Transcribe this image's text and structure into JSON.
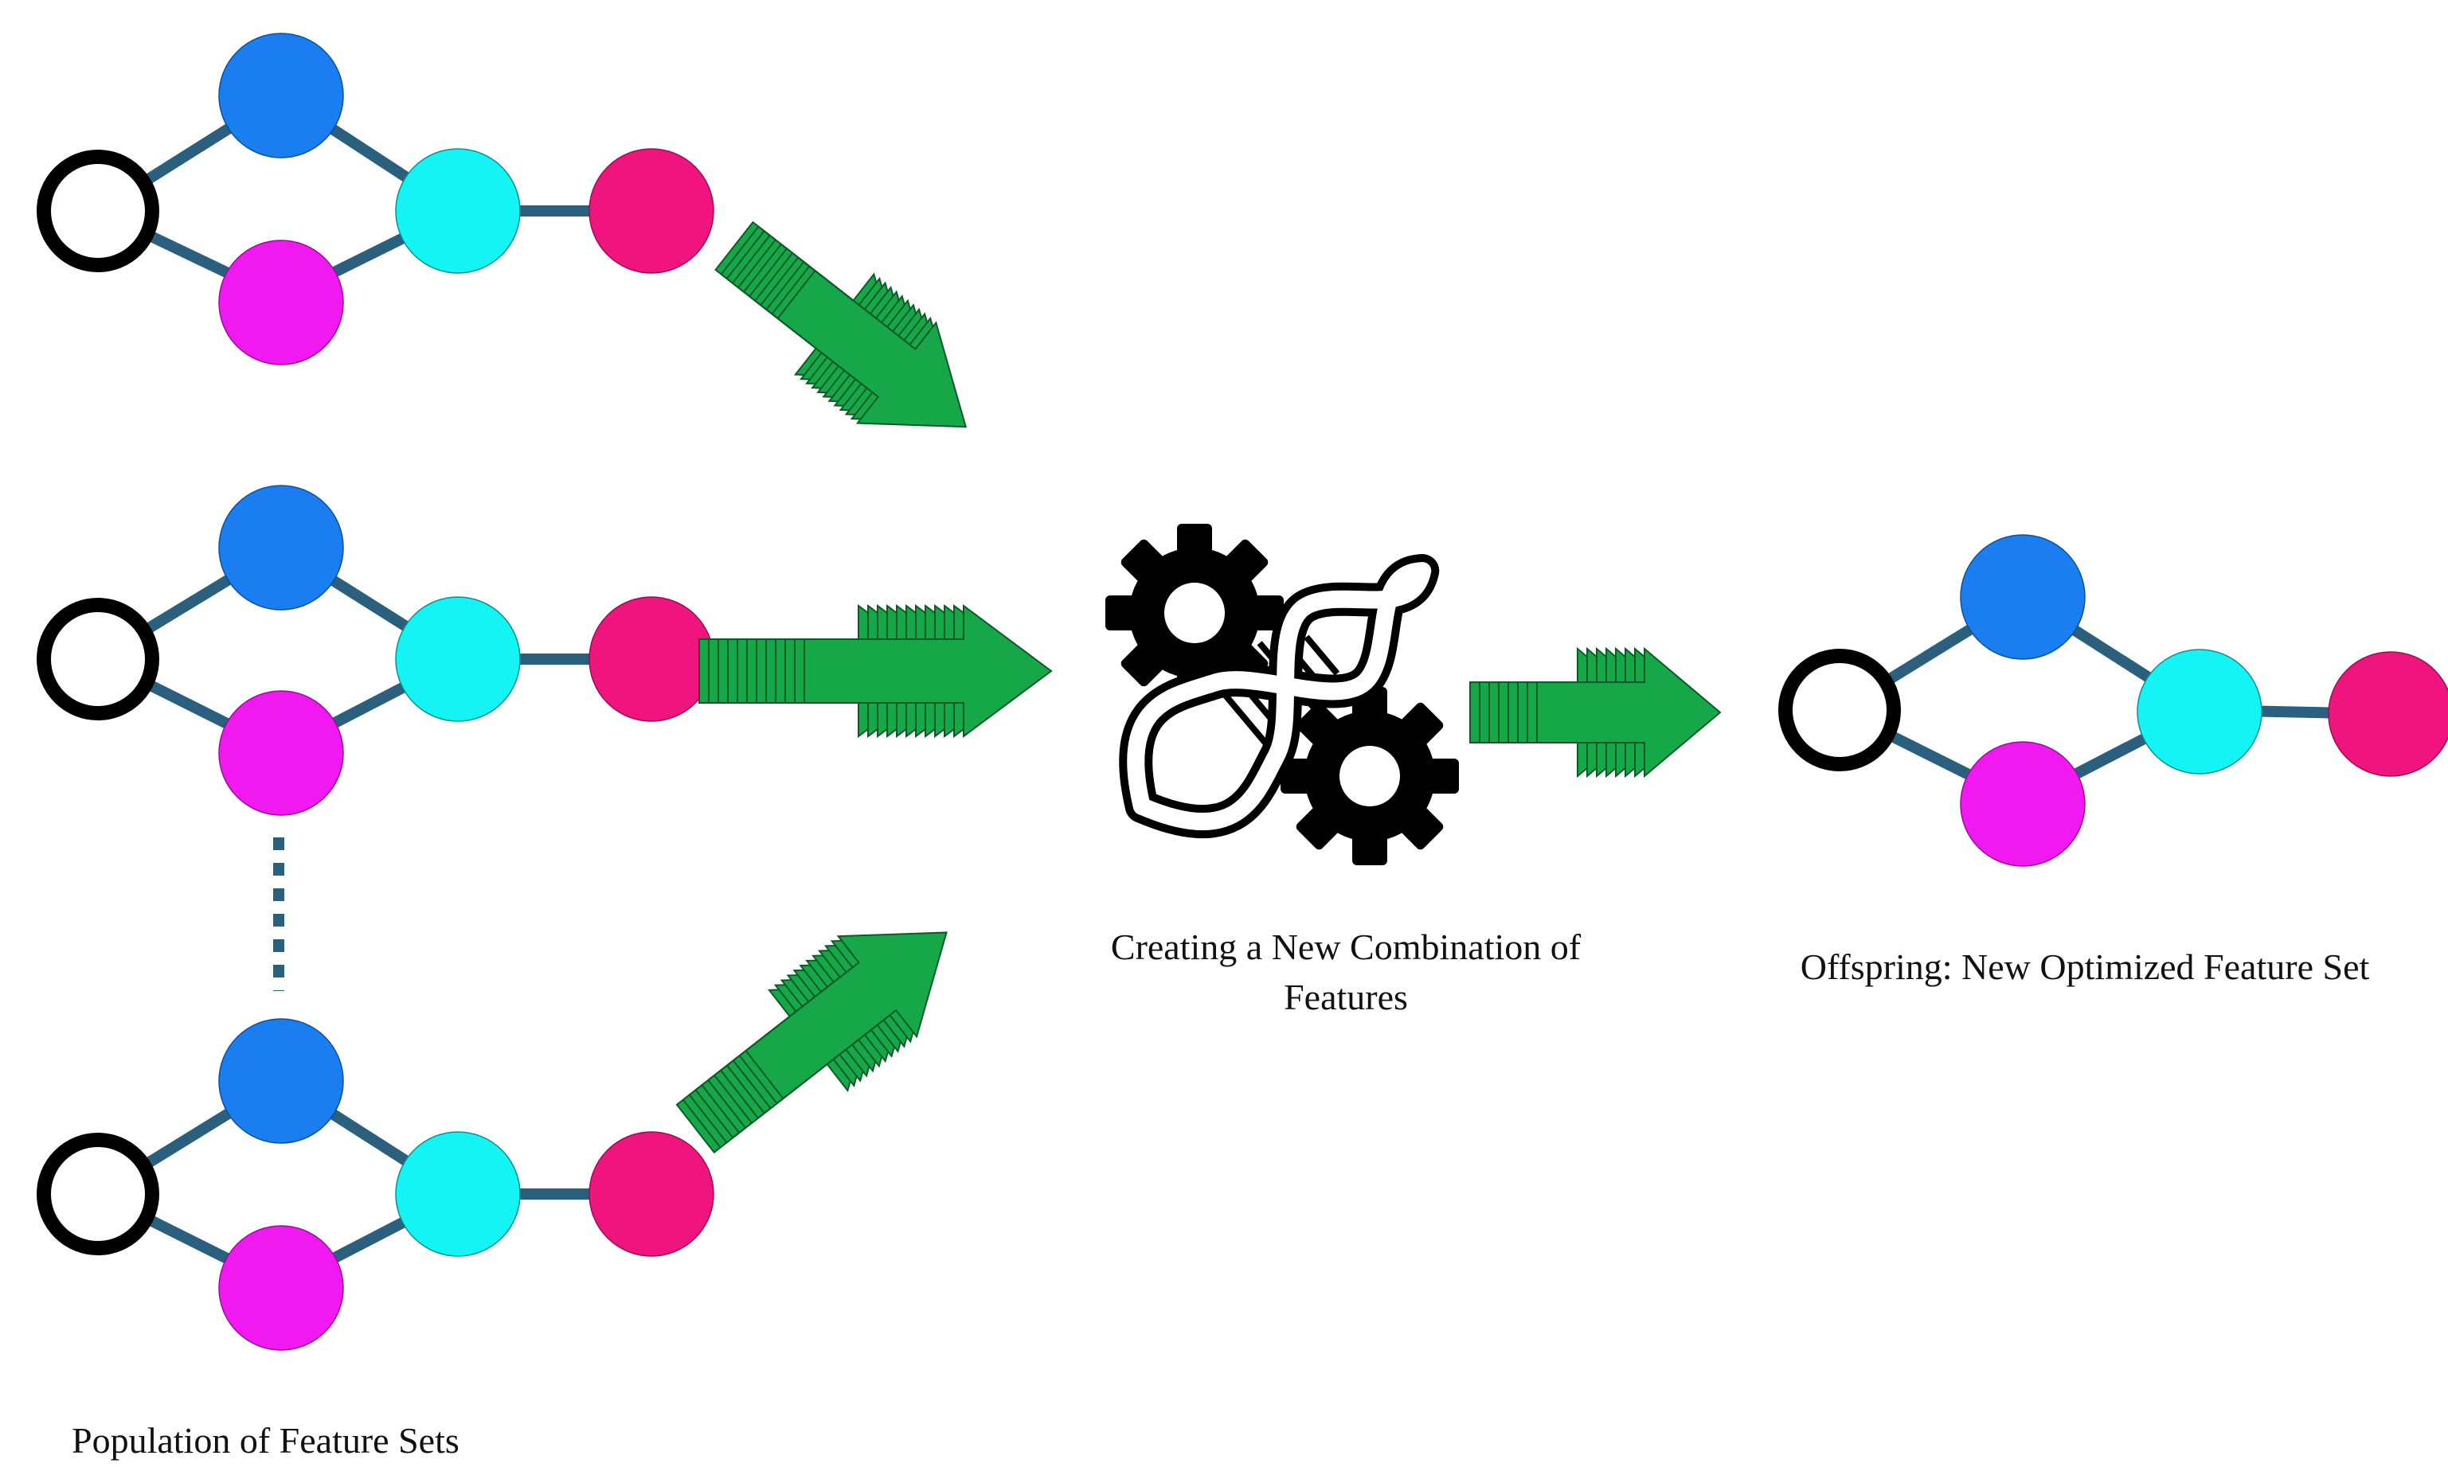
{
  "labels": {
    "population": "Population of Feature Sets",
    "combination_line1": "Creating a New Combination of",
    "combination_line2": "Features",
    "offspring": "Offspring: New Optimized Feature Set"
  },
  "icons": {
    "crossover": "dna-gears-icon",
    "arrow": "green-arrow-icon"
  },
  "colors": {
    "edge": "#2a5f7d",
    "start_node_stroke": "#000000",
    "node_blue": "#1a7ef0",
    "node_magenta": "#f019f0",
    "node_cyan": "#14f4f4",
    "node_pink": "#f0147f",
    "arrow_fill": "#16a848",
    "arrow_stroke": "#0c5a26",
    "ellipsis": "#2a5f7d"
  }
}
